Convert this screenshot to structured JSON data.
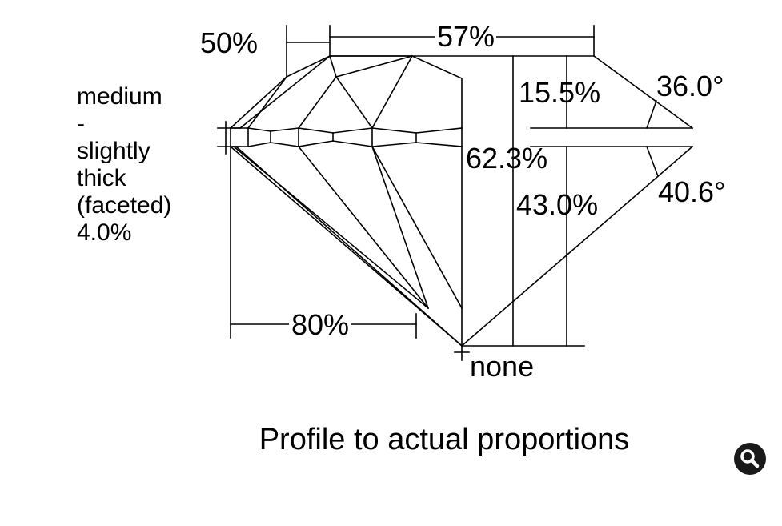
{
  "labels": {
    "crown_angle_pct": "50%",
    "table_pct": "57%",
    "crown_height_pct": "15.5%",
    "crown_angle_deg": "36.0°",
    "total_depth_pct": "62.3%",
    "pavilion_depth_pct": "43.0%",
    "pavilion_angle_deg": "40.6°",
    "lower_half_pct": "80%",
    "culet": "none"
  },
  "girdle": {
    "line1": "medium",
    "line2": "-",
    "line3": "slightly",
    "line4": "thick",
    "line5": "(faceted)",
    "line6": "4.0%"
  },
  "caption": "Profile to actual proportions",
  "zoom_button": {
    "icon": "magnifier-icon"
  }
}
